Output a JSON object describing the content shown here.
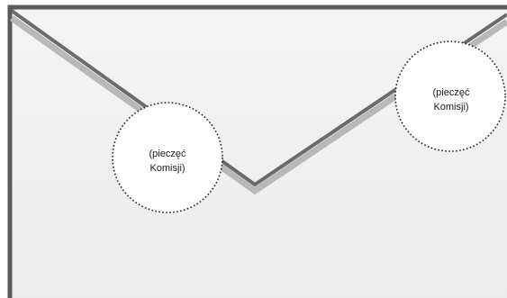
{
  "seals": [
    {
      "line1": "(pieczęć",
      "line2": "Komisji)"
    },
    {
      "line1": "(pieczęć",
      "line2": "Komisji)"
    }
  ],
  "colors": {
    "envelope_fill_top": "#f2f2f2",
    "envelope_fill_bottom": "#ececec",
    "envelope_border": "#5a5a5a",
    "flap_line": "#6a6a6a",
    "flap_shadow": "#b8b8b8",
    "seal_fill": "#ffffff",
    "seal_border": "#222222"
  }
}
